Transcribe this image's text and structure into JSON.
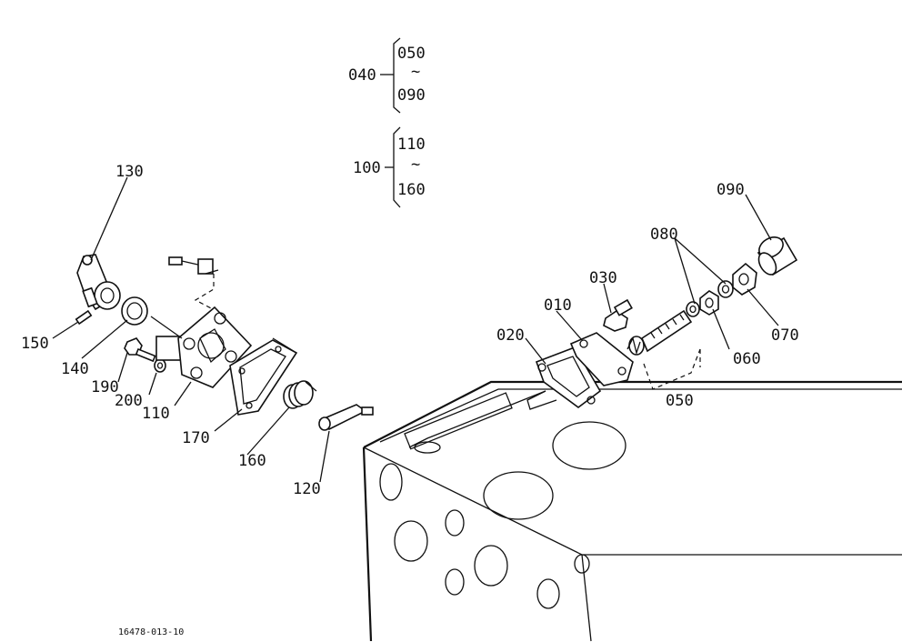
{
  "diagram": {
    "drawing_code": "16478-013-10",
    "callouts": [
      {
        "id": "c130",
        "text": "130"
      },
      {
        "id": "c150",
        "text": "150"
      },
      {
        "id": "c140",
        "text": "140"
      },
      {
        "id": "c190",
        "text": "190"
      },
      {
        "id": "c200",
        "text": "200"
      },
      {
        "id": "c110",
        "text": "110"
      },
      {
        "id": "c170",
        "text": "170"
      },
      {
        "id": "c160",
        "text": "160"
      },
      {
        "id": "c120",
        "text": "120"
      },
      {
        "id": "c020",
        "text": "020"
      },
      {
        "id": "c010",
        "text": "010"
      },
      {
        "id": "c030",
        "text": "030"
      },
      {
        "id": "c050",
        "text": "050"
      },
      {
        "id": "c060",
        "text": "060"
      },
      {
        "id": "c070",
        "text": "070"
      },
      {
        "id": "c080",
        "text": "080"
      },
      {
        "id": "c090",
        "text": "090"
      }
    ],
    "group_040": {
      "label": "040",
      "range_start": "050",
      "range_end": "090",
      "tilde": "~"
    },
    "group_100": {
      "label": "100",
      "range_start": "110",
      "range_end": "160",
      "tilde": "~"
    }
  }
}
